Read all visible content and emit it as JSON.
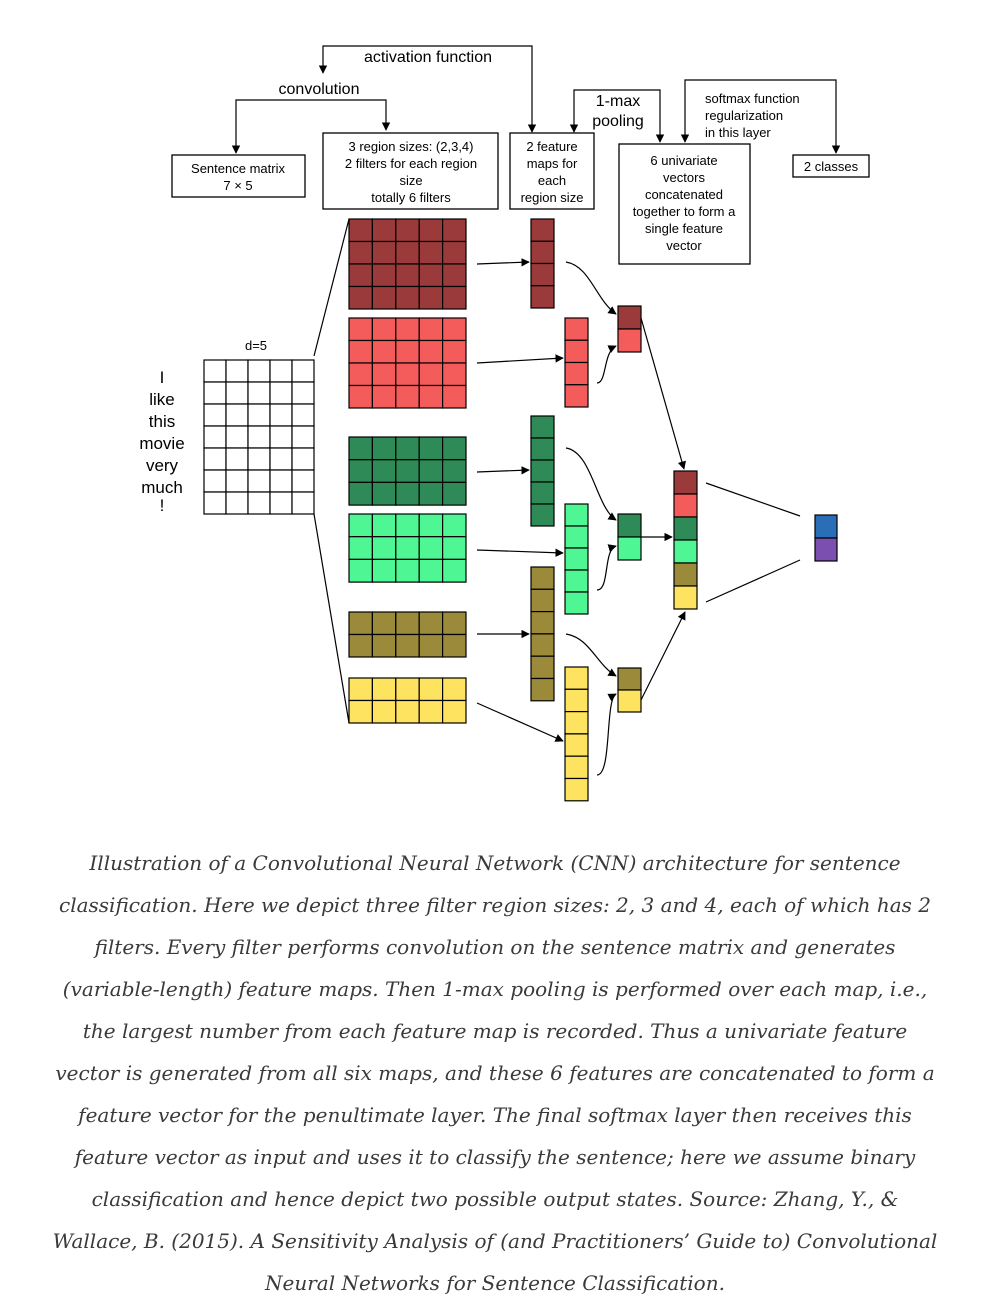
{
  "labels": {
    "activation_function": "activation function",
    "convolution": "convolution",
    "one_max_pooling": [
      "1-max",
      "pooling"
    ],
    "softmax": [
      "softmax function",
      "regularization",
      "in this layer"
    ],
    "sentence_matrix": [
      "Sentence matrix",
      "7 × 5"
    ],
    "region_sizes": [
      "3 region sizes: (2,3,4)",
      "2 filters for each region",
      "size",
      "totally 6 filters"
    ],
    "feature_maps": [
      "2 feature",
      "maps for",
      "each",
      "region size"
    ],
    "univariate_vectors": [
      "6 univariate",
      "vectors",
      "concatenated",
      "together to form a",
      "single feature",
      "vector"
    ],
    "classes": "2 classes",
    "d_label": "d=5",
    "sentence_words": [
      "I",
      "like",
      "this",
      "movie",
      "very",
      "much",
      "!"
    ]
  },
  "colors": {
    "dark_red": "#9b3a3a",
    "light_red": "#f45b5b",
    "dark_green": "#2e8b57",
    "light_green": "#4ef694",
    "dark_olive": "#9b8a3a",
    "light_yellow": "#fde35f",
    "output_blue": "#2a6eb8",
    "output_purple": "#7a4fb0"
  },
  "caption": "Illustration of a Convolutional Neural Network (CNN) architecture for sentence classification. Here we depict three filter region sizes: 2, 3 and 4, each of which has 2 filters. Every filter performs convolution on the sentence matrix and generates (variable-length) feature maps. Then 1-max pooling is performed over each map, i.e., the largest number from each feature map is recorded. Thus a univariate feature vector is generated from all six maps, and these 6 features are concatenated to form a feature vector for the penultimate layer. The final softmax layer then receives this feature vector as input and uses it to classify the sentence; here we assume binary classification and hence depict two possible output states. Source: Zhang, Y., & Wallace, B. (2015). A Sensitivity Analysis of (and Practitioners’ Guide to) Convolutional Neural Networks for Sentence Classification."
}
